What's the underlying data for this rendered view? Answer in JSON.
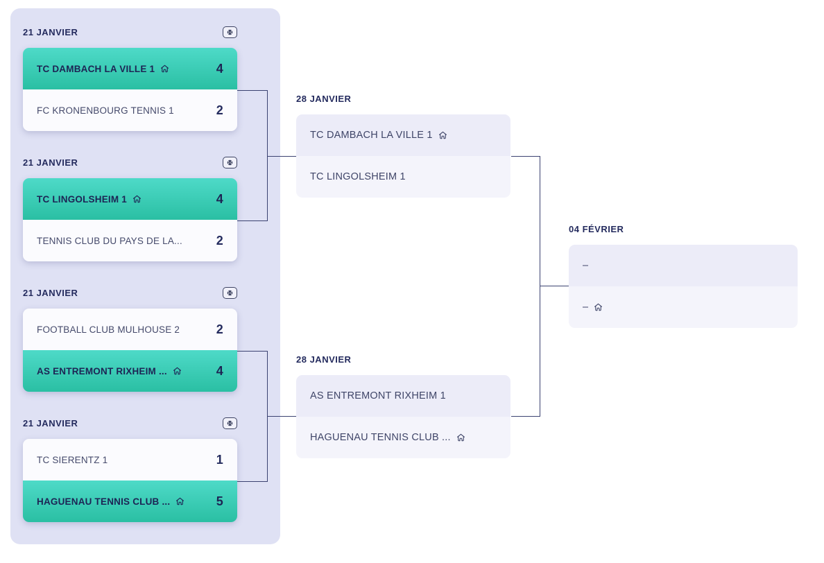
{
  "colors": {
    "panel_bg": "#dfe1f4",
    "winner_gradient_top": "#4edac8",
    "winner_gradient_bottom": "#2abfa3",
    "text_dark_navy": "#242b5e",
    "text_muted": "#454a6b",
    "row_tint_dark": "#ececf8",
    "row_tint_light": "#f4f4fb",
    "connector": "#3a4170"
  },
  "icons": {
    "home": "home-icon",
    "ball_button": "tennis-ball-icon"
  },
  "rounds": [
    {
      "matches": [
        {
          "date": "21 JANVIER",
          "teams": [
            {
              "name": "TC DAMBACH LA VILLE 1",
              "home": true,
              "score": "4",
              "winner": true
            },
            {
              "name": "FC KRONENBOURG TENNIS 1",
              "home": false,
              "score": "2",
              "winner": false
            }
          ]
        },
        {
          "date": "21 JANVIER",
          "teams": [
            {
              "name": "TC LINGOLSHEIM 1",
              "home": true,
              "score": "4",
              "winner": true
            },
            {
              "name": "TENNIS CLUB DU PAYS DE LA...",
              "home": false,
              "score": "2",
              "winner": false
            }
          ]
        },
        {
          "date": "21 JANVIER",
          "teams": [
            {
              "name": "FOOTBALL CLUB MULHOUSE 2",
              "home": false,
              "score": "2",
              "winner": false
            },
            {
              "name": "AS ENTREMONT RIXHEIM ...",
              "home": true,
              "score": "4",
              "winner": true
            }
          ]
        },
        {
          "date": "21 JANVIER",
          "teams": [
            {
              "name": "TC SIERENTZ 1",
              "home": false,
              "score": "1",
              "winner": false
            },
            {
              "name": "HAGUENAU TENNIS CLUB ...",
              "home": true,
              "score": "5",
              "winner": true
            }
          ]
        }
      ]
    },
    {
      "matches": [
        {
          "date": "28 JANVIER",
          "teams": [
            {
              "name": "TC DAMBACH LA VILLE 1",
              "home": true
            },
            {
              "name": "TC LINGOLSHEIM 1",
              "home": false
            }
          ]
        },
        {
          "date": "28 JANVIER",
          "teams": [
            {
              "name": "AS ENTREMONT RIXHEIM 1",
              "home": false
            },
            {
              "name": "HAGUENAU TENNIS CLUB ...",
              "home": true
            }
          ]
        }
      ]
    },
    {
      "matches": [
        {
          "date": "04 FÉVRIER",
          "teams": [
            {
              "name": "–",
              "home": false
            },
            {
              "name": "–",
              "home": true
            }
          ]
        }
      ]
    }
  ]
}
